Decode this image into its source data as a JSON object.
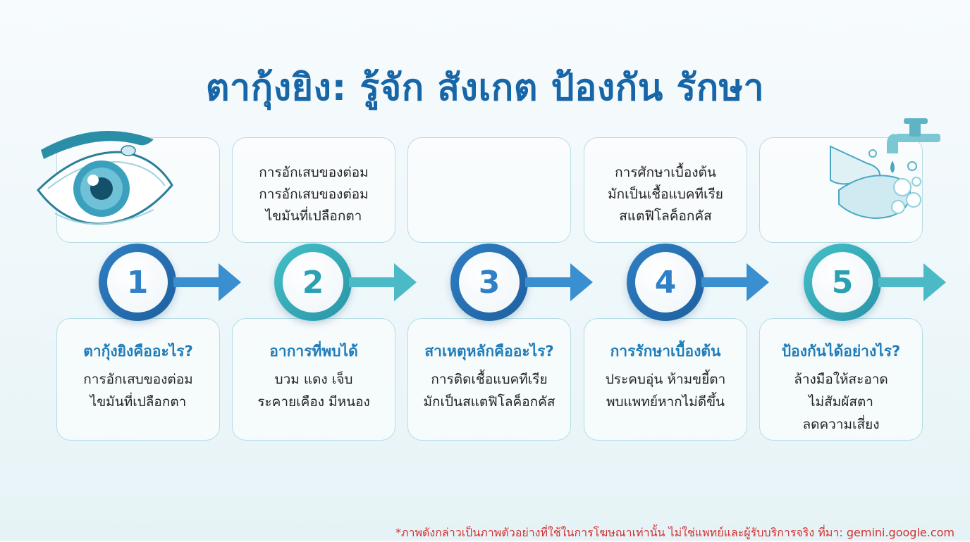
{
  "title": "ตากุ้งยิง: รู้จัก สังเกต ป้องกัน รักษา",
  "colors": {
    "title": "#1766a8",
    "accent_blue": "#2f80c7",
    "accent_teal": "#3cb6c3",
    "footnote": "#d32f2f"
  },
  "illustrations": {
    "left": "eye-icon",
    "right": "handwash-faucet-icon"
  },
  "steps": [
    {
      "number": "1",
      "top_text": [],
      "title": "ตากุ้งยิงคืออะไร?",
      "desc": [
        "การอักเสบของต่อม",
        "ไขมันที่เปลือกตา"
      ]
    },
    {
      "number": "2",
      "top_text": [
        "การอักเสบของต่อม",
        "การอักเสบของต่อม",
        "ไขมันที่เปลือกตา"
      ],
      "title": "อาการที่พบได้",
      "desc": [
        "บวม แดง เจ็บ",
        "ระคายเคือง มีหนอง"
      ]
    },
    {
      "number": "3",
      "top_text": [],
      "title": "สาเหตุหลักคืออะไร?",
      "desc": [
        "การติดเชื้อแบคทีเรีย",
        "มักเป็นสแตฟิโลค็อกคัส"
      ]
    },
    {
      "number": "4",
      "top_text": [
        "การศักษาเบื้องต้น",
        "มักเป็นเชื้อแบคทีเรีย",
        "สแตฟิโลค็อกคัส"
      ],
      "title": "การรักษาเบื้องต้น",
      "desc": [
        "ประคบอุ่น ห้ามขยี้ตา",
        "พบแพทย์หากไม่ดีขึ้น"
      ]
    },
    {
      "number": "5",
      "top_text": [],
      "title": "ป้องกันได้อย่างไร?",
      "desc": [
        "ล้างมือให้สะอาด",
        "ไม่สัมผัสตา",
        "ลดความเสี่ยง"
      ]
    }
  ],
  "footnote": "*ภาพดังกล่าวเป็นภาพตัวอย่างที่ใช้ในการโฆษณาเท่านั้น ไม่ใช่แพทย์และผู้รับบริการจริง ที่มา: gemini.google.com"
}
